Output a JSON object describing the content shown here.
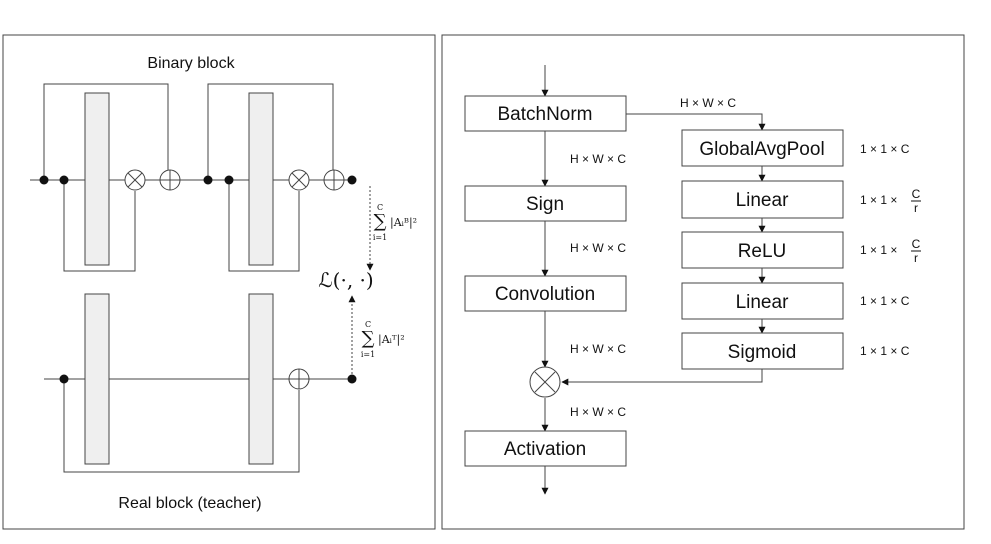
{
  "left_panel": {
    "top_label": "Binary block",
    "bottom_label": "Real block (teacher)",
    "loss_label": "ℒ(·, ·)",
    "sum_binary": {
      "top": "C",
      "bottom": "i=1",
      "expr": "|Aᵢᴮ|²"
    },
    "sum_real": {
      "top": "C",
      "bottom": "i=1",
      "expr": "|Aᵢᵀ|²"
    }
  },
  "right_panel": {
    "main_blocks": [
      "BatchNorm",
      "Sign",
      "Convolution",
      "Activation"
    ],
    "se_blocks": [
      "GlobalAvgPool",
      "Linear",
      "ReLU",
      "Linear",
      "Sigmoid"
    ],
    "main_dims": [
      "H × W × C",
      "H × W × C",
      "H × W × C",
      "H × W × C"
    ],
    "branch_dim": "H × W × C",
    "se_dims": [
      {
        "prefix": "1 × 1 × ",
        "value": "C"
      },
      {
        "prefix": "1 × 1 × ",
        "num": "C",
        "den": "r"
      },
      {
        "prefix": "1 × 1 × ",
        "num": "C",
        "den": "r"
      },
      {
        "prefix": "1 × 1 × ",
        "value": "C"
      },
      {
        "prefix": "1 × 1 × ",
        "value": "C"
      }
    ]
  }
}
